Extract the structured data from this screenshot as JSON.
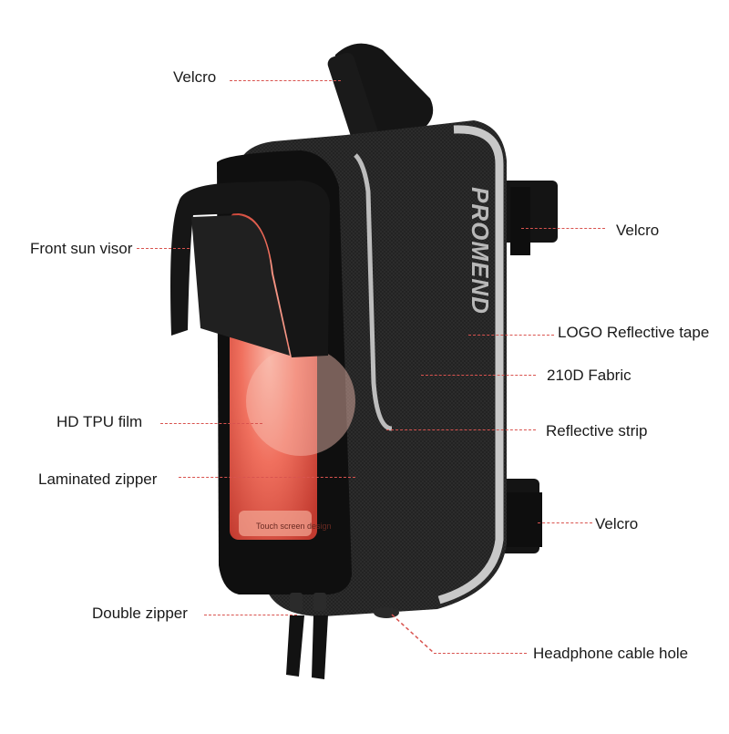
{
  "brand": "PROMEND",
  "screen_caption": "Touch screen design",
  "callouts": {
    "velcro_top": "Velcro",
    "velcro_right_top": "Velcro",
    "front_sun_visor": "Front sun visor",
    "logo_reflective_tape": "LOGO Reflective tape",
    "fabric": "210D Fabric",
    "hd_tpu_film": "HD TPU film",
    "reflective_strip": "Reflective strip",
    "laminated_zipper": "Laminated zipper",
    "velcro_right_bottom": "Velcro",
    "double_zipper": "Double zipper",
    "headphone_cable_hole": "Headphone cable hole"
  },
  "colors": {
    "leader": "#d9534f",
    "bag": "#1c1c1c",
    "reflective": "#c8c8c8",
    "screen": "#f06a5a"
  }
}
